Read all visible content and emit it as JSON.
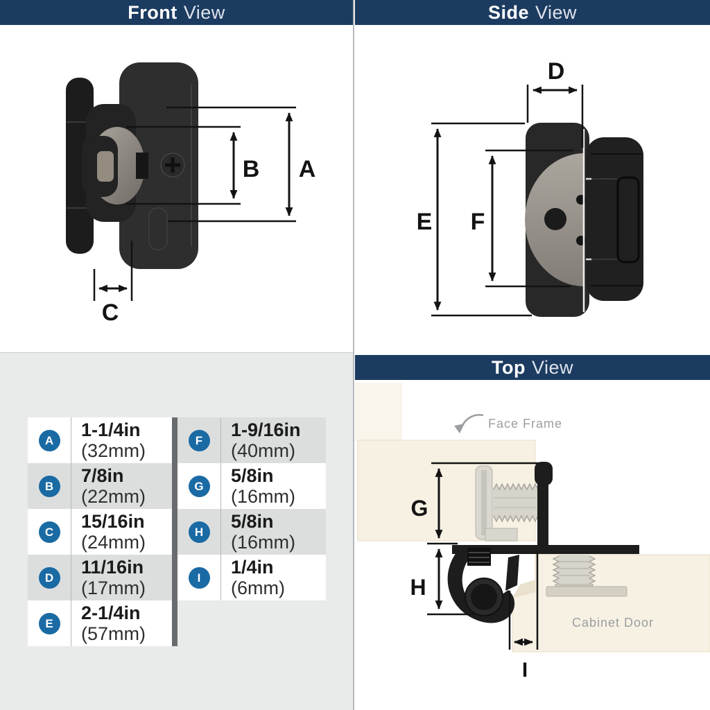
{
  "panels": {
    "front": {
      "title_bold": "Front",
      "title_rest": "View",
      "dims": [
        "A",
        "B",
        "C"
      ]
    },
    "side": {
      "title_bold": "Side",
      "title_rest": "View",
      "dims": [
        "D",
        "E",
        "F"
      ]
    },
    "top": {
      "title_bold": "Top",
      "title_rest": "View",
      "dims": [
        "G",
        "H",
        "I"
      ],
      "annotations": {
        "face_frame": "Face Frame",
        "cabinet_door": "Cabinet Door"
      }
    }
  },
  "table": {
    "groups": [
      {
        "rows": [
          {
            "key": "A",
            "value_in": "1-1/4in",
            "value_mm": "(32mm)"
          },
          {
            "key": "B",
            "value_in": "7/8in",
            "value_mm": "(22mm)"
          },
          {
            "key": "C",
            "value_in": "15/16in",
            "value_mm": "(24mm)"
          },
          {
            "key": "D",
            "value_in": "11/16in",
            "value_mm": "(17mm)"
          },
          {
            "key": "E",
            "value_in": "2-1/4in",
            "value_mm": "(57mm)"
          }
        ]
      },
      {
        "rows": [
          {
            "key": "F",
            "value_in": "1-9/16in",
            "value_mm": "(40mm)"
          },
          {
            "key": "G",
            "value_in": "5/8in",
            "value_mm": "(16mm)"
          },
          {
            "key": "H",
            "value_in": "5/8in",
            "value_mm": "(16mm)"
          },
          {
            "key": "I",
            "value_in": "1/4in",
            "value_mm": "(6mm)"
          }
        ]
      }
    ]
  },
  "colors": {
    "header_navy": "#1c3b60",
    "badge_blue": "#1a6aa4",
    "row_gray": "#dcdede",
    "quadrant_gray": "#e9eaea",
    "wood_cream": "#f7f1e4",
    "hinge_black": "#262626",
    "cam_gray": "#9a958d"
  }
}
